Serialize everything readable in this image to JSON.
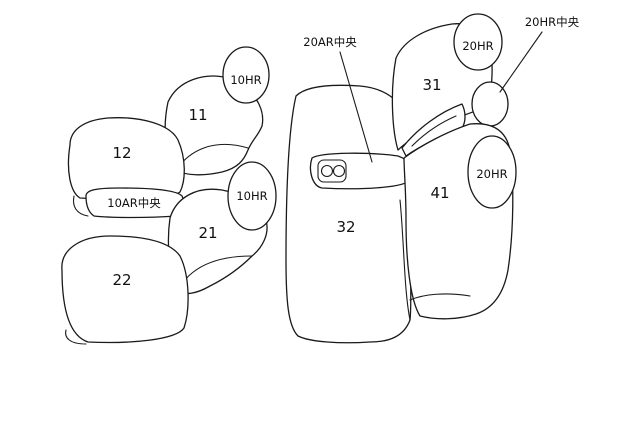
{
  "seats": {
    "s11": "11",
    "s12": "12",
    "s21": "21",
    "s22": "22",
    "s31": "31",
    "s32": "32",
    "s41": "41"
  },
  "headrests": {
    "hr_front_top": "10HR",
    "hr_front_mid": "10HR",
    "hr_rear_top": "20HR",
    "hr_rear_mid": "20HR"
  },
  "callouts": {
    "front_armrest": "10AR中央",
    "rear_armrest": "20AR中央",
    "rear_headrest_center": "20HR中央"
  }
}
